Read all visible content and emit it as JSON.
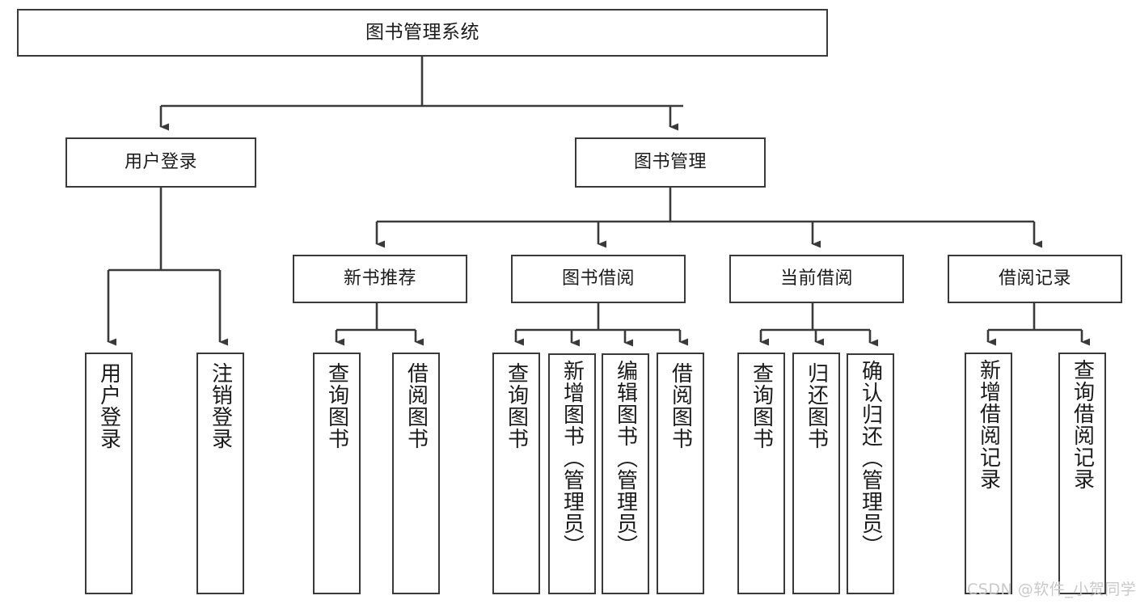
{
  "diagram": {
    "type": "tree-hierarchy",
    "title": "图书管理系统",
    "watermark": "CSDN @软件_小贺同学",
    "accent_border_color": "#3a3a3a",
    "background_color": "#ffffff",
    "text_color": "#1b1b1b",
    "watermark_color": "#c9c9c9"
  },
  "nodes": {
    "root": {
      "label": "图书管理系统"
    },
    "level2": [
      {
        "id": "user-login",
        "label": "用户登录"
      },
      {
        "id": "book-manage",
        "label": "图书管理"
      }
    ],
    "level3": [
      {
        "id": "new-book-recommend",
        "label": "新书推荐"
      },
      {
        "id": "book-borrow",
        "label": "图书借阅"
      },
      {
        "id": "current-borrow",
        "label": "当前借阅"
      },
      {
        "id": "borrow-record",
        "label": "借阅记录"
      }
    ],
    "leaves": {
      "user_login": [
        {
          "id": "leaf-user-login",
          "label": "用户登录"
        },
        {
          "id": "leaf-logout-login",
          "label": "注销登录"
        }
      ],
      "new_book_recommend": [
        {
          "id": "leaf-query-book-1",
          "label": "查询图书"
        },
        {
          "id": "leaf-borrow-book-1",
          "label": "借阅图书"
        }
      ],
      "book_borrow": [
        {
          "id": "leaf-query-book-2",
          "label": "查询图书"
        },
        {
          "id": "leaf-add-book",
          "label": "新增图书（管理员）"
        },
        {
          "id": "leaf-edit-book",
          "label": "编辑图书（管理员）"
        },
        {
          "id": "leaf-borrow-book-2",
          "label": "借阅图书"
        }
      ],
      "current_borrow": [
        {
          "id": "leaf-query-book-3",
          "label": "查询图书"
        },
        {
          "id": "leaf-return-book",
          "label": "归还图书"
        },
        {
          "id": "leaf-confirm-return",
          "label": "确认归还（管理员）"
        }
      ],
      "borrow_record": [
        {
          "id": "leaf-add-record",
          "label": "新增借阅记录"
        },
        {
          "id": "leaf-query-record",
          "label": "查询借阅记录"
        }
      ]
    }
  }
}
